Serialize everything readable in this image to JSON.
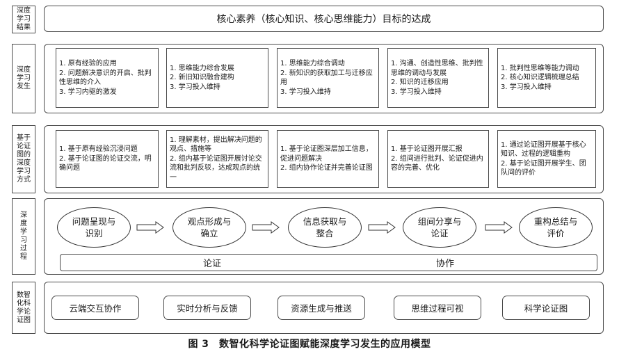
{
  "rows": {
    "result": {
      "label": "深度\n学习\n结果",
      "goal": "核心素养（核心知识、核心思维能力）目标的达成"
    },
    "occurrence": {
      "label": "深度\n学习\n发生",
      "cells": [
        [
          "1. 原有经验的应用",
          "2. 问题解决意识的开启、批判性思维的介入",
          "3. 学习内驱的激发"
        ],
        [
          "1. 思维能力综合发展",
          "2. 新旧知识融合建构",
          "3. 学习投入维持"
        ],
        [
          "1. 思维能力综合调动",
          "2. 新知识的获取加工与迁移应用",
          "3. 学习投入维持"
        ],
        [
          "1. 沟通、创造性思维、批判性思维的调动与发展",
          "2. 知识的迁移应用",
          "3. 学习投入维持"
        ],
        [
          "1. 批判性思维等能力调动",
          "2. 核心知识逻辑梳理总结",
          "3. 学习投入维持"
        ]
      ]
    },
    "method": {
      "label": "基于\n论证\n图的\n深度\n学习\n方式",
      "cells": [
        [
          "1. 基于原有经验沉浸问题",
          "2. 基于论证图的论证交流，明确问题"
        ],
        [
          "1. 理解素材，提出解决问题的观点、措施等",
          "2. 组内基于论证图开展讨论交流和批判反驳，达成观点的统一"
        ],
        [
          "1. 基于论证图深层加工信息，促进问题解决",
          "2. 组内协作论证并完善论证图"
        ],
        [
          "1. 基于论证图开展汇报",
          "2. 组间进行批判、论证促进内容的完善、优化"
        ],
        [
          "1. 通过论证图开展基于核心知识、过程的逻辑重构",
          "2. 基于论证图开展学生、团队间的评价"
        ]
      ]
    },
    "process": {
      "label": "深\n度\n学\n习\n过\n程",
      "stages": [
        "问题呈现与\n识别",
        "观点形成与\n确立",
        "信息获取与\n整合",
        "组间分享与\n论证",
        "重构总结与\n评价"
      ],
      "bar_left": "论证",
      "bar_right": "协作"
    },
    "tools": {
      "label": "数智\n化科\n学论\n证图",
      "items": [
        "云端交互协作",
        "实时分析与反馈",
        "资源生成与推送",
        "思维过程可视",
        "科学论证图"
      ]
    }
  },
  "caption": "图 3　数智化科学论证图赋能深度学习发生的应用模型"
}
